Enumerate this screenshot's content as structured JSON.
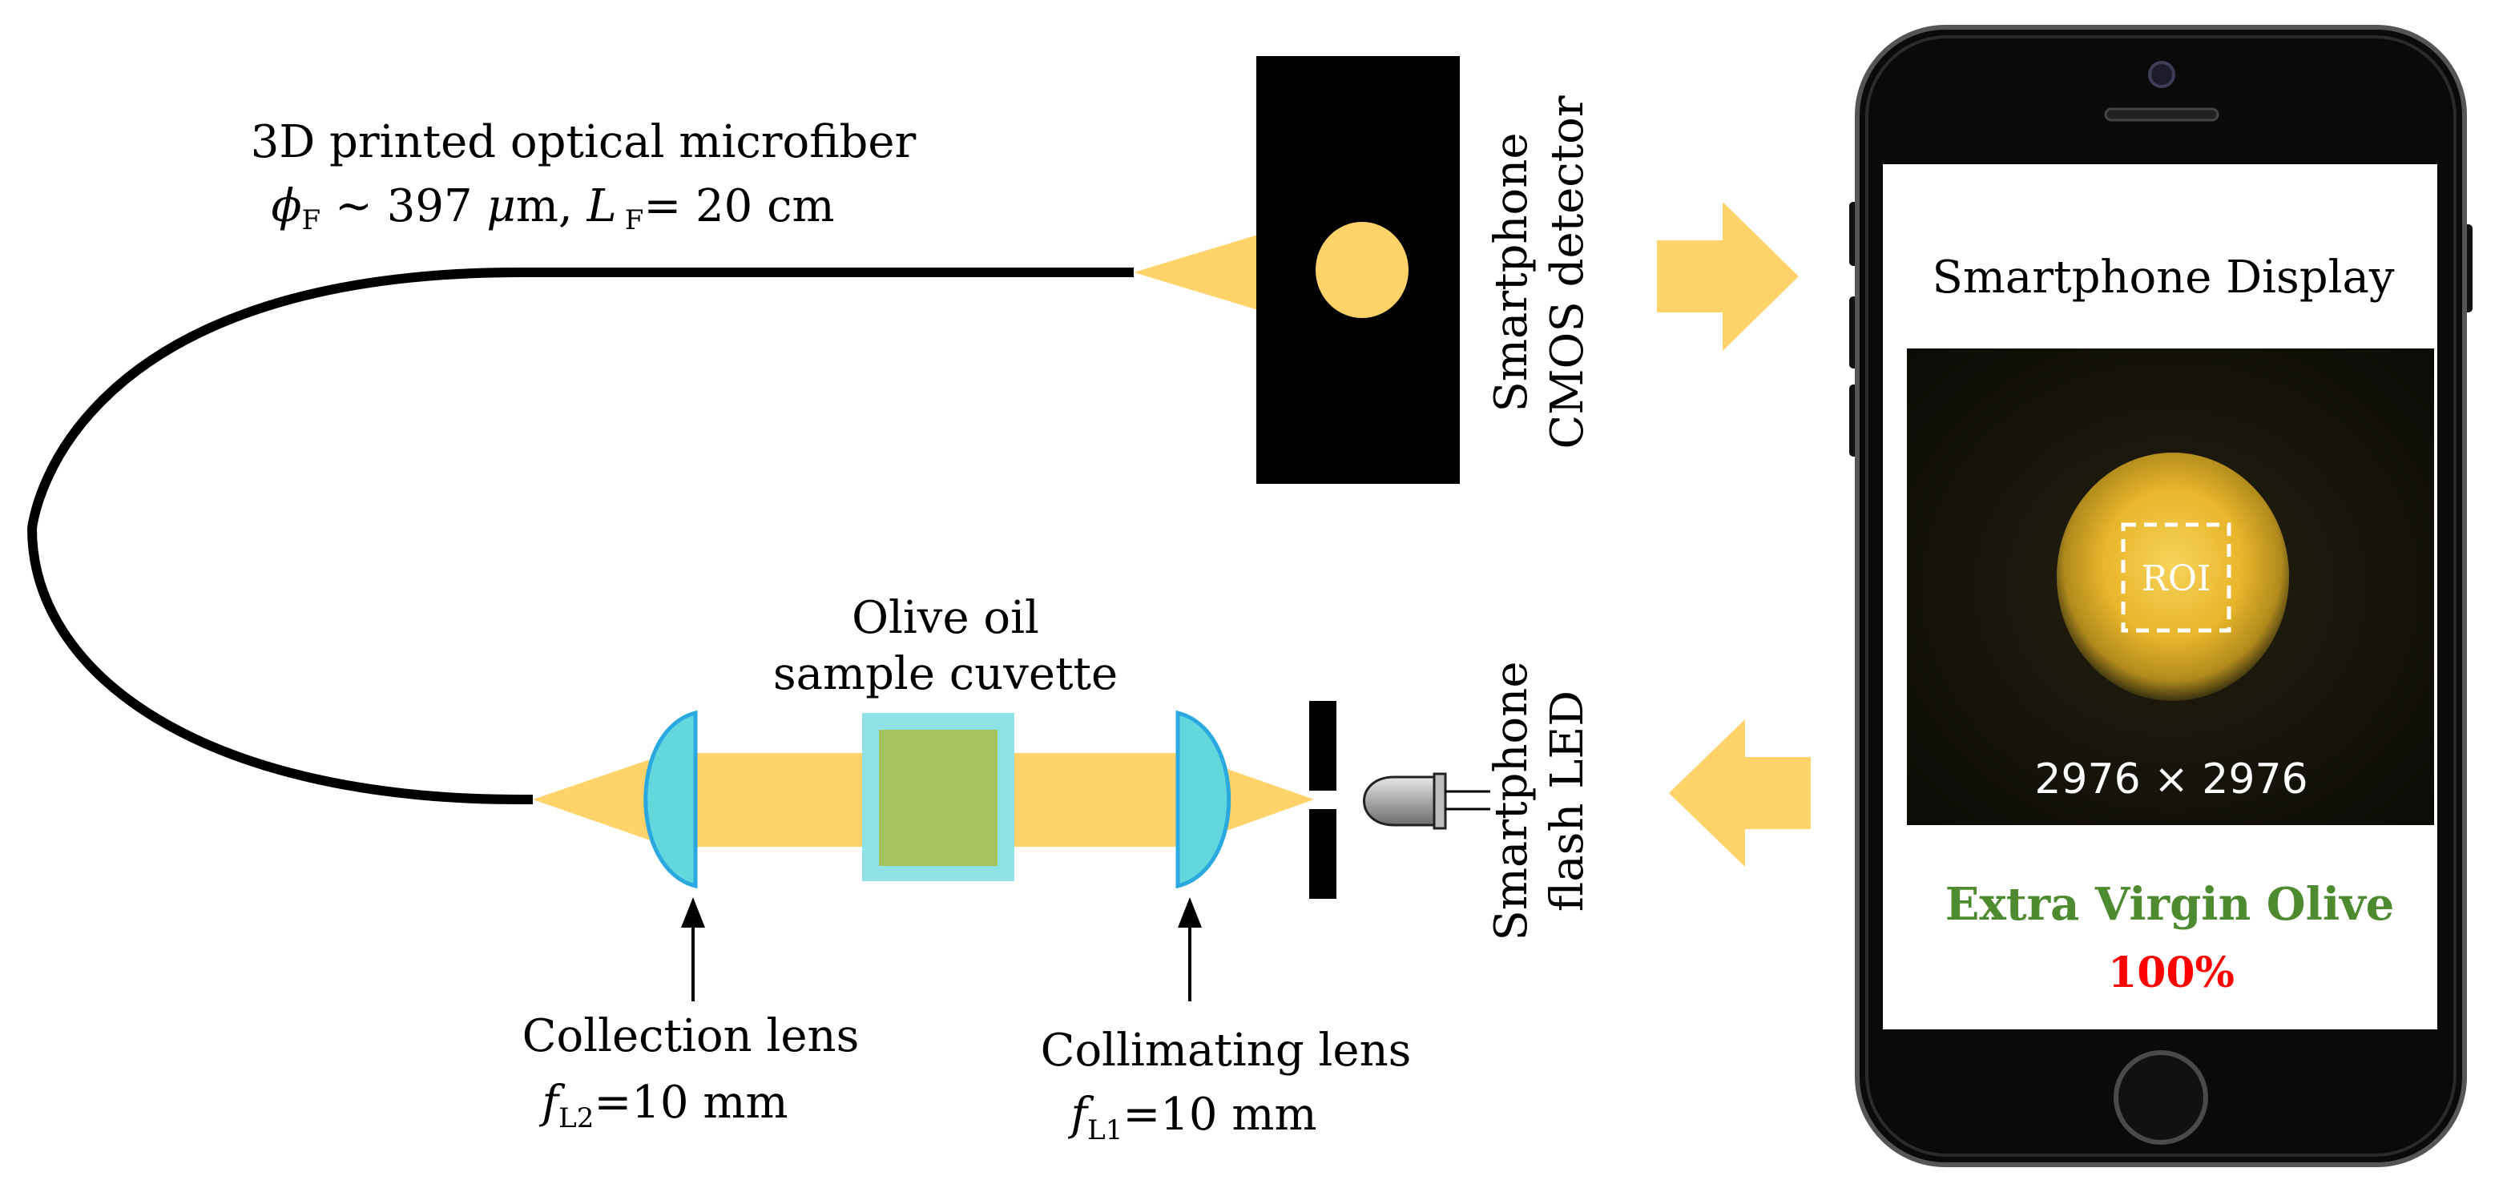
{
  "colors": {
    "beam": "#ffd36a",
    "lens": "#62d8dc",
    "lens_edge": "#2aa9e0",
    "cuvette": "#a6c45d",
    "cuvette_frame": "#8fe3e6",
    "fiber": "#000000",
    "phone_body": "#0a0a0a",
    "olive_text": "#4e8a2f",
    "percent_text": "#ff0000",
    "arrow": "#ffd36a"
  },
  "fiber": {
    "title": "3D printed optical microfiber",
    "phi_symbol": "ϕ",
    "phi_sub": "F",
    "spec_mid": " ~ 397 ",
    "mu": "μ",
    "m_unit": "m, ",
    "L": "L",
    "L_sub": "F",
    "length": "= 20 cm"
  },
  "detector": {
    "line1": "Smartphone",
    "line2": "CMOS detector"
  },
  "led": {
    "line1": "Smartphone",
    "line2": "flash LED"
  },
  "cuvette": {
    "line1": "Olive oil",
    "line2": "sample cuvette"
  },
  "collection_lens": {
    "name": "Collection lens",
    "f": "f",
    "sub": "L2",
    "value": "=10 mm"
  },
  "collimating_lens": {
    "name": "Collimating lens",
    "f": "f",
    "sub": "L1",
    "value": "=10 mm"
  },
  "phone": {
    "display_title": "Smartphone Display",
    "roi_label": "ROI",
    "resolution": "2976 × 2976",
    "result_label": "Extra Virgin Olive",
    "result_percent": "100%"
  },
  "icons": [
    "right-arrow-icon",
    "left-arrow-icon",
    "led-icon",
    "home-button-icon"
  ]
}
